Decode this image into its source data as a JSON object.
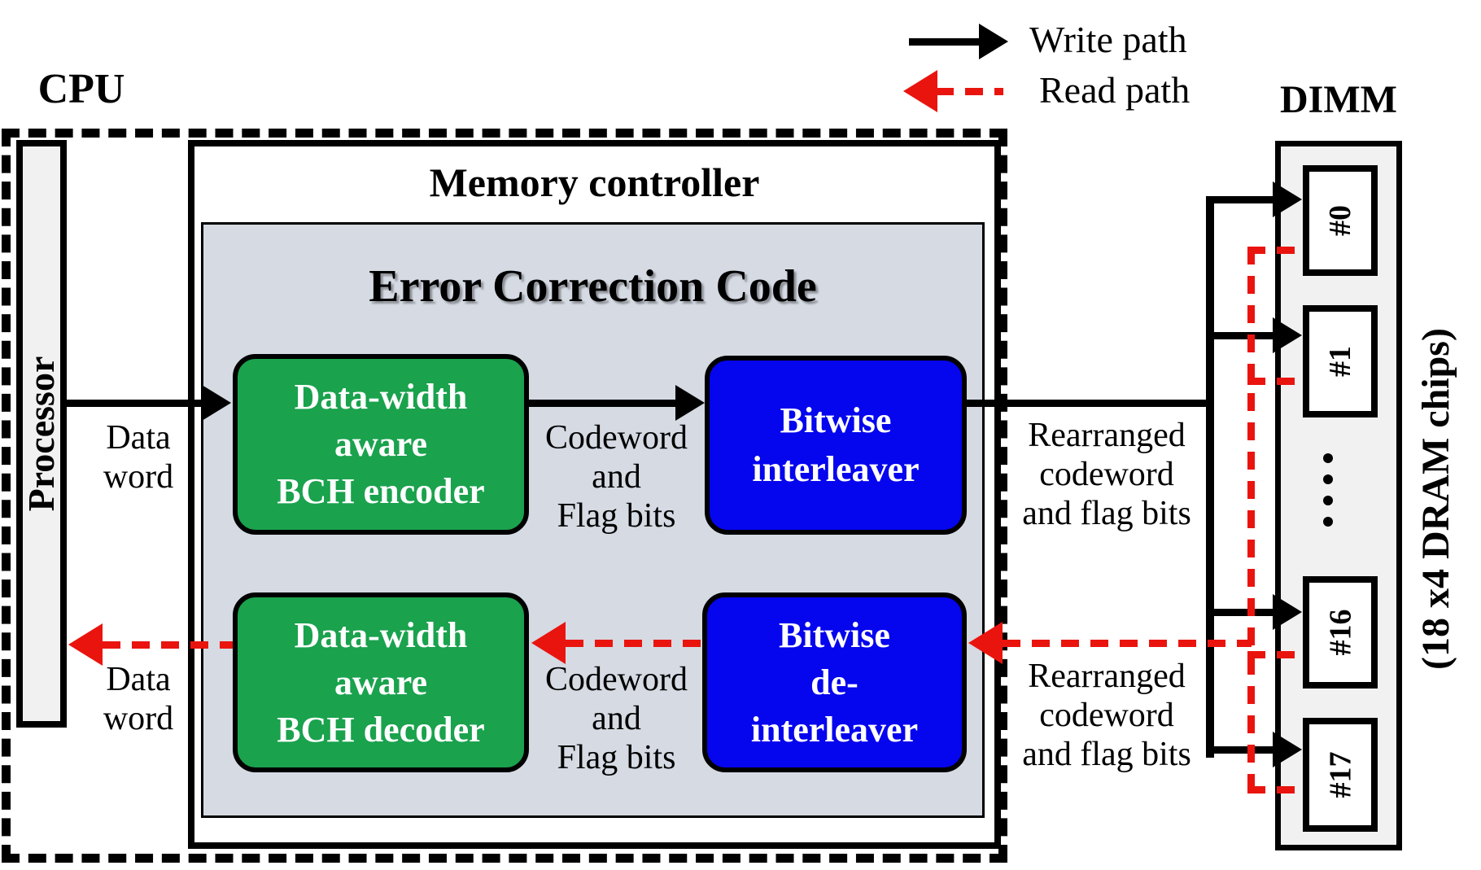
{
  "legend": {
    "write_label": "Write path",
    "read_label": "Read path"
  },
  "cpu": {
    "label": "CPU",
    "processor_label": "Processor"
  },
  "memory_controller": {
    "title": "Memory controller",
    "ecc_title": "Error Correction Code",
    "encoder": {
      "lines": [
        "Data-width",
        "aware",
        "BCH encoder"
      ]
    },
    "interleaver": {
      "lines": [
        "Bitwise",
        "interleaver"
      ]
    },
    "decoder": {
      "lines": [
        "Data-width",
        "aware",
        "BCH decoder"
      ]
    },
    "deinterleaver": {
      "lines": [
        "Bitwise",
        "de-",
        "interleaver"
      ]
    }
  },
  "labels": {
    "data_word_write": {
      "lines": [
        "Data",
        "word"
      ]
    },
    "data_word_read": {
      "lines": [
        "Data",
        "word"
      ]
    },
    "codeword_write": {
      "lines": [
        "Codeword",
        "and",
        "Flag bits"
      ]
    },
    "codeword_read": {
      "lines": [
        "Codeword",
        "and",
        "Flag bits"
      ]
    },
    "rearranged_write": {
      "lines": [
        "Rearranged",
        "codeword",
        "and flag bits"
      ]
    },
    "rearranged_read": {
      "lines": [
        "Rearranged",
        "codeword",
        "and flag bits"
      ]
    }
  },
  "dimm": {
    "title": "DIMM",
    "chips": [
      {
        "label": "#0"
      },
      {
        "label": "#1"
      },
      {
        "label": "#16"
      },
      {
        "label": "#17"
      }
    ],
    "side_label": "(18 x4 DRAM chips)"
  },
  "colors": {
    "encoder_green": "#1aa24d",
    "interleaver_blue": "#0505ee",
    "read_path_red": "#ea140f",
    "write_path_black": "#000000",
    "ecc_background": "#d5dae3",
    "dimm_background": "#f1f1f1"
  }
}
